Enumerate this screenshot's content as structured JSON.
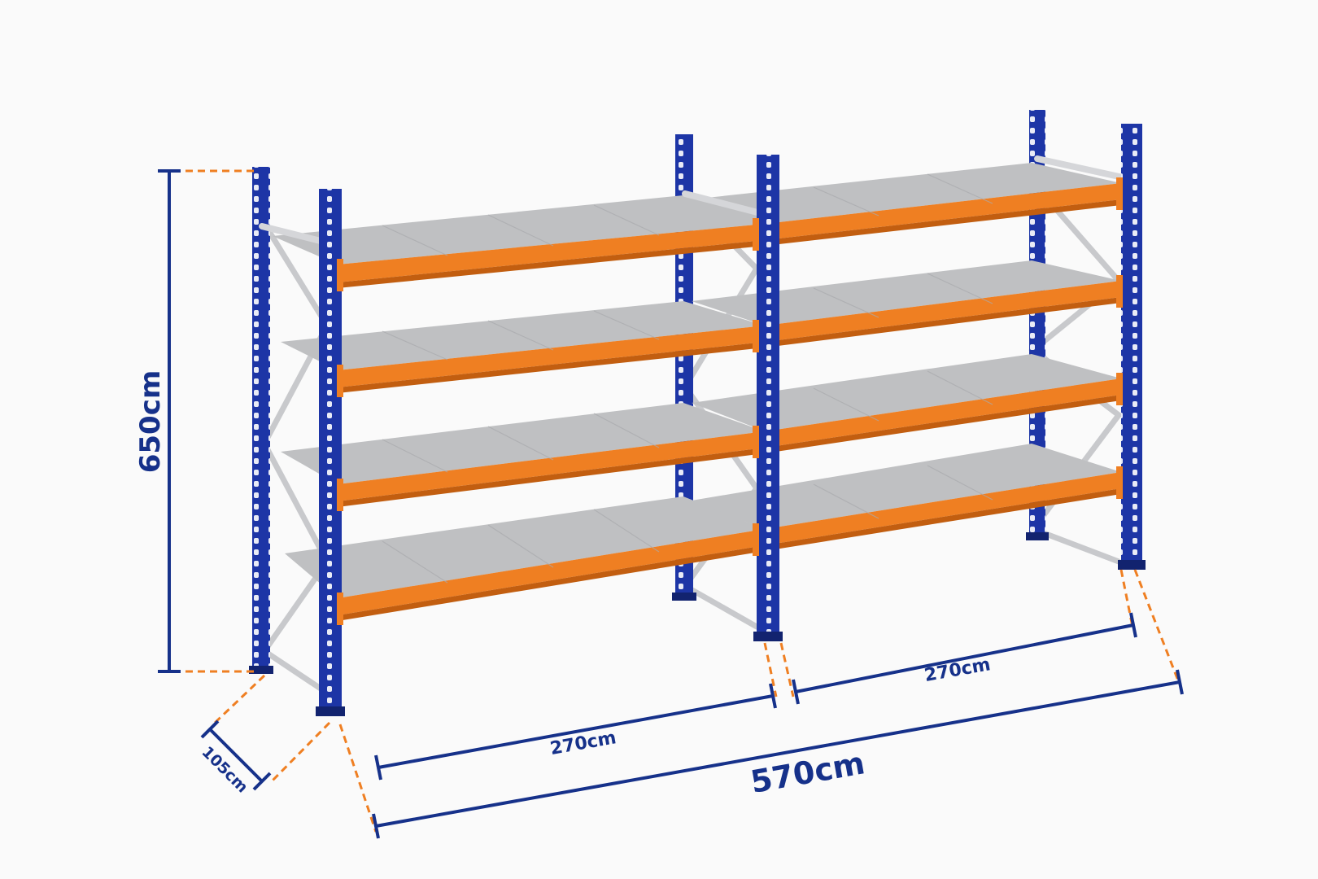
{
  "dimensions": {
    "height_label": "650cm",
    "depth_label": "105cm",
    "bay1_width_label": "270cm",
    "bay2_width_label": "270cm",
    "total_length_label": "570cm"
  },
  "colors": {
    "upright": "#1d35a6",
    "upright_dark": "#12236f",
    "beam": "#ef7f22",
    "beam_dark": "#c25e10",
    "deck": "#bfc0c2",
    "deck_dark": "#9a9b9e",
    "brace": "#c8c9cc",
    "dimension_line": "#16318a",
    "extension_line": "#ef7f22"
  }
}
